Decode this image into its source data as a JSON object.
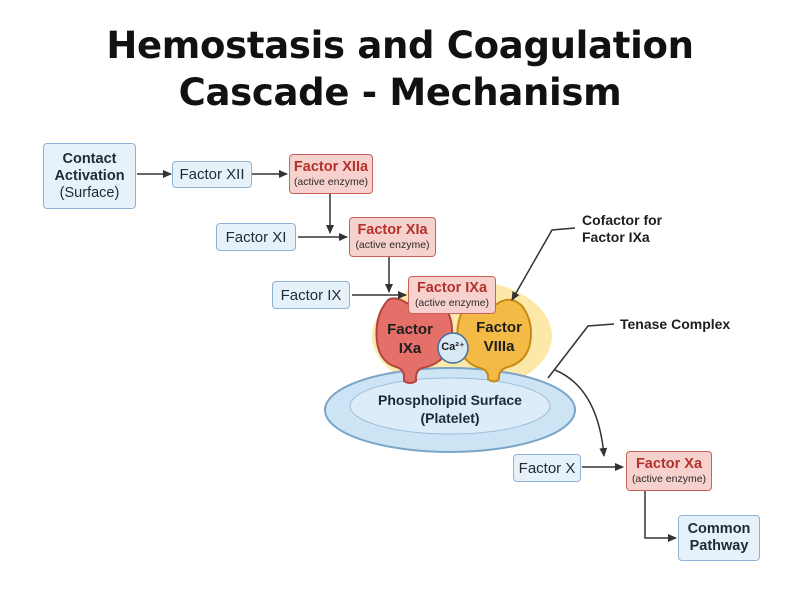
{
  "title": {
    "line1": "Hemostasis and Coagulation",
    "line2": "Cascade - Mechanism"
  },
  "nodes": {
    "contact": {
      "line1": "Contact",
      "line2": "Activation",
      "line3": "(Surface)"
    },
    "xii": {
      "label": "Factor XII"
    },
    "xiia": {
      "label": "Factor XIIa",
      "sub": "(active enzyme)"
    },
    "xi": {
      "label": "Factor XI"
    },
    "xia": {
      "label": "Factor XIa",
      "sub": "(active enzyme)"
    },
    "ix": {
      "label": "Factor IX"
    },
    "ixa": {
      "label": "Factor IXa",
      "sub": "(active enzyme)"
    },
    "x": {
      "label": "Factor X"
    },
    "xa": {
      "label": "Factor Xa",
      "sub": "(active enzyme)"
    },
    "common": {
      "line1": "Common",
      "line2": "Pathway"
    }
  },
  "complex": {
    "ixa_shape": {
      "line1": "Factor",
      "line2": "IXa"
    },
    "viiia_shape": {
      "line1": "Factor",
      "line2": "VIIIa"
    },
    "calcium": "Ca²⁺",
    "surface": {
      "line1": "Phospholipid Surface",
      "line2": "(Platelet)"
    }
  },
  "annotations": {
    "cofactor": {
      "line1": "Cofactor for",
      "line2": "Factor IXa"
    },
    "tenase": "Tenase Complex"
  },
  "colors": {
    "enzyme_fill": "#f7d1cd",
    "enzyme_border": "#c8625a",
    "enzyme_text": "#b3322c",
    "inactive_fill": "#e7f1fa",
    "inactive_border": "#8fb3d3",
    "ixa_shape": "#e5706a",
    "viiia_shape": "#f3bb46",
    "tenase_glow": "#fbe49a",
    "platelet": "#cde4f4",
    "calcium": "#d9e8f5"
  }
}
